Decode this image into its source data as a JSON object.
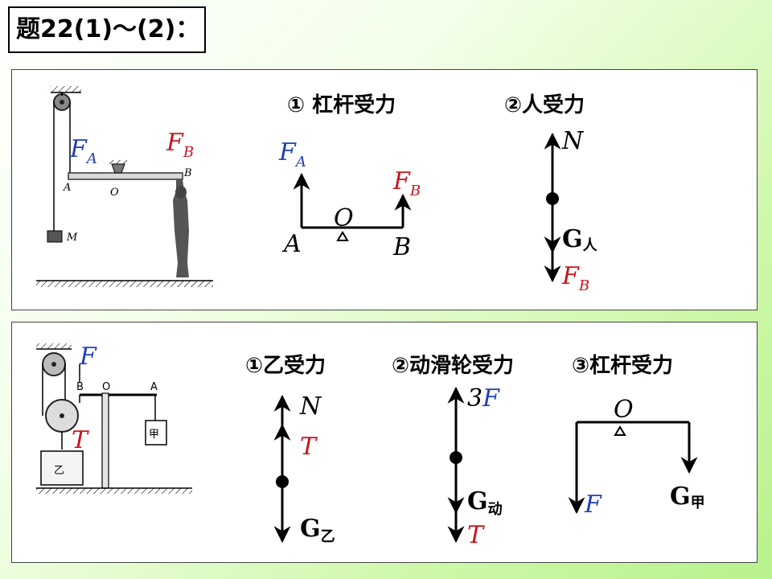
{
  "title": "题22(1)～(2)：",
  "colors": {
    "blue": "#1f3fb4",
    "red": "#c8141e",
    "black": "#000000"
  },
  "panel1": {
    "picture": {
      "fa": "F",
      "fa_sub": "A",
      "fb": "F",
      "fb_sub": "B",
      "a": "A",
      "o": "O",
      "b": "B",
      "m": "M"
    },
    "lever": {
      "heading": "① 杠杆受力",
      "fa": "F",
      "fa_sub": "A",
      "fb": "F",
      "fb_sub": "B",
      "o": "O",
      "a": "A",
      "b": "B"
    },
    "person": {
      "heading": "②人受力",
      "n": "N",
      "g": "G",
      "g_sub": "人",
      "fb": "F",
      "fb_sub": "B"
    }
  },
  "panel2": {
    "picture": {
      "f": "F",
      "t": "T",
      "b": "B",
      "o": "O",
      "a": "A",
      "jia": "甲",
      "yi": "乙"
    },
    "yi": {
      "heading": "①乙受力",
      "n": "N",
      "t": "T",
      "g": "G",
      "g_sub": "乙"
    },
    "pulley": {
      "heading": "②动滑轮受力",
      "f3": "3",
      "f3_f": "F",
      "g": "G",
      "g_sub": "动",
      "t": "T"
    },
    "lever": {
      "heading": "③杠杆受力",
      "o": "O",
      "f": "F",
      "g": "G",
      "g_sub": "甲"
    }
  }
}
